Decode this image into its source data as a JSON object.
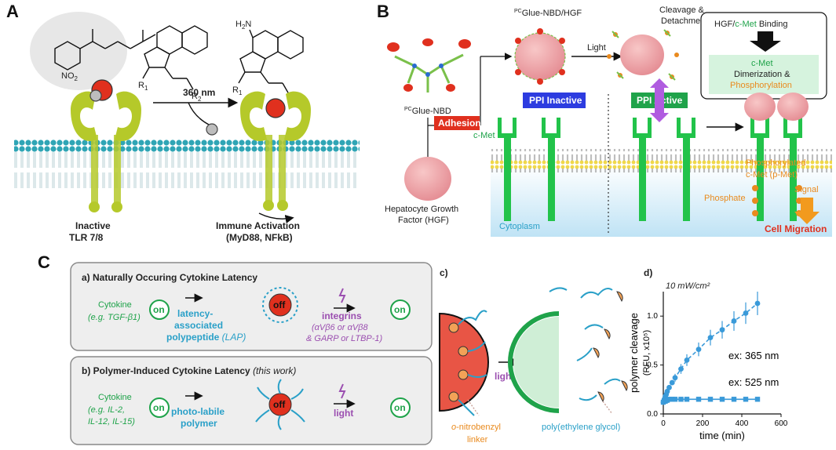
{
  "panels": {
    "a": "A",
    "b": "B",
    "c": "C"
  },
  "panel_a": {
    "wavelength": "360 nm",
    "no2": "NO",
    "no2_sub": "2",
    "nh2": "H",
    "r1": "R",
    "r2": "R",
    "inactive_1": "Inactive",
    "inactive_2": "TLR 7/8",
    "activation_1": "Immune Activation",
    "activation_2": "(MyD88, NFkB)"
  },
  "panel_b": {
    "glue_nbd": "Glue-NBD",
    "glue_nbd_hgf": "Glue-NBD/HGF",
    "pc": "PC",
    "light": "Light",
    "cleavage_1": "Cleavage &",
    "cleavage_2": "Detachment",
    "binding_1": "HGF/",
    "binding_cmet": "c-Met",
    "binding_2": " Binding",
    "dimer_1": "c-Met",
    "dimer_2": "Dimerization &",
    "dimer_3": "Phosphorylation",
    "adhesion": "Adhesion",
    "ppi_inactive": "PPI Inactive",
    "ppi_active": "PPI Active",
    "cmet": "c-Met",
    "phos_1": "Phosphorylated",
    "phos_2": "c-Met (p-Met)",
    "phosphate": "Phosphate",
    "signal": "Signal",
    "migration": "Cell Migration",
    "cytoplasm": "Cytoplasm",
    "hgf_1": "Hepatocyte Growth",
    "hgf_2": "Factor (HGF)"
  },
  "panel_c": {
    "box_a_label": "a)",
    "box_a_title": "Naturally Occuring Cytokine Latency",
    "box_b_label": "b)",
    "box_b_title": "Polymer-Induced Cytokine Latency ",
    "box_b_note": "(this work)",
    "cytokine": "Cytokine",
    "eg_tgf": "(e.g. TGF-β1)",
    "eg_il_1": "(e.g. IL-2,",
    "eg_il_2": "IL-12, IL-15)",
    "on": "on",
    "off": "off",
    "lap_1": "latency-",
    "lap_2": "associated",
    "lap_3": "polypeptide",
    "lap_4": " (LAP)",
    "integrins": "integrins",
    "integ_1": "(αVβ6 or αVβ8",
    "integ_2": "& GARP or LTBP-1)",
    "photo_1": "photo-labile",
    "photo_2": "polymer",
    "light": "light",
    "c_label": "c)",
    "light_c": "light",
    "linker_1": "o",
    "linker_2": "-nitrobenzyl",
    "linker_3": "linker",
    "peg": "poly(ethylene glycol)",
    "d_label": "d)"
  },
  "chart_data": {
    "type": "line",
    "title": "10 mW/cm²",
    "xlabel": "time (min)",
    "ylabel_1": "polymer cleavage",
    "ylabel_2": "(RFU, x10⁵)",
    "xlim": [
      0,
      600
    ],
    "ylim": [
      0,
      1.25
    ],
    "xticks": [
      0,
      200,
      400,
      600
    ],
    "yticks": [
      0.0,
      0.5,
      1.0
    ],
    "xtick_labels": [
      "0",
      "200",
      "400",
      "600"
    ],
    "ytick_labels": [
      "0.0",
      "0.5",
      "1.0"
    ],
    "series": [
      {
        "name": "ex: 365 nm",
        "marker": "circle",
        "color": "#3a9ad9",
        "x": [
          0,
          5,
          10,
          15,
          20,
          30,
          45,
          60,
          90,
          120,
          180,
          240,
          300,
          360,
          420,
          480
        ],
        "y": [
          0.12,
          0.15,
          0.18,
          0.2,
          0.23,
          0.27,
          0.32,
          0.37,
          0.46,
          0.55,
          0.66,
          0.78,
          0.86,
          0.95,
          1.03,
          1.13
        ],
        "err": [
          0.02,
          0.02,
          0.02,
          0.02,
          0.03,
          0.03,
          0.03,
          0.04,
          0.05,
          0.06,
          0.07,
          0.08,
          0.09,
          0.1,
          0.11,
          0.12
        ]
      },
      {
        "name": "ex: 525 nm",
        "marker": "square",
        "color": "#3a9ad9",
        "x": [
          0,
          5,
          10,
          15,
          20,
          30,
          45,
          60,
          90,
          120,
          180,
          240,
          300,
          360,
          420,
          480
        ],
        "y": [
          0.12,
          0.13,
          0.13,
          0.14,
          0.14,
          0.15,
          0.15,
          0.15,
          0.15,
          0.15,
          0.15,
          0.15,
          0.15,
          0.15,
          0.15,
          0.15
        ],
        "err": [
          0.01,
          0.01,
          0.01,
          0.01,
          0.01,
          0.01,
          0.01,
          0.01,
          0.01,
          0.01,
          0.01,
          0.01,
          0.01,
          0.01,
          0.01,
          0.01
        ]
      }
    ]
  },
  "colors": {
    "green": "#1fa34a",
    "blue": "#2aa0c8",
    "purple": "#9b4fb0",
    "orange": "#e98a1e",
    "red": "#e0301e",
    "lime": "#b5c92a",
    "cmet": "#22c34a"
  }
}
